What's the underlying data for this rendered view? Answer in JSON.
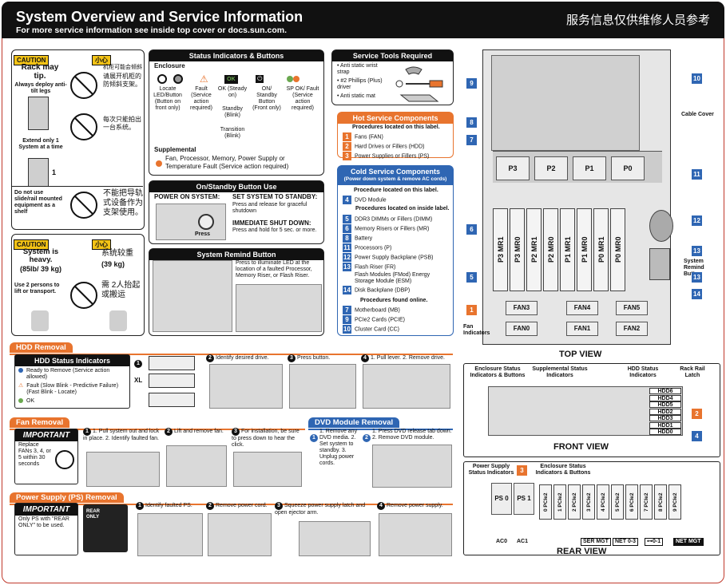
{
  "header": {
    "title": "System Overview and Service Information",
    "subtitle": "For more service information see inside top cover or docs.sun.com.",
    "chinese_title": "服务信息仅供维修人员参考"
  },
  "caution1": {
    "label_en": "CAUTION",
    "label_cn": "小心",
    "title": "Rack may tip.",
    "line1": "Always deploy anti-tilt legs",
    "cn1": "机柜可能会倾斜",
    "cn2": "请展开机柜的防倾斜支架。",
    "extend": "Extend only 1 System at a time",
    "cn3": "每次只能拍出一台系统。",
    "one": "1",
    "donot": "Do not use slide/rail mounted equipment as a shelf",
    "cn4": "不能把导轨式设备作为支架使用。"
  },
  "caution2": {
    "label_en": "CAUTION",
    "label_cn": "小心",
    "heavy": "System is heavy.",
    "weight": "(85lb/ 39 kg)",
    "cn_heavy": "系统较重",
    "cn_weight": "(39 kg)",
    "use2": "Use 2 persons to lift or transport.",
    "cn_two": "需 2人抬起或搬运"
  },
  "status": {
    "title": "Status Indicators & Buttons",
    "enclosure": "Enclosure",
    "ok_badge": "OK",
    "items": [
      {
        "label": "Locate LED/Button (Button on front only)"
      },
      {
        "label": "Fault (Service action required)"
      },
      {
        "label": "OK (Steady on)"
      },
      {
        "label": "ON/ Standby Button (Front only)"
      },
      {
        "label": "SP OK/ Fault (Service action required)"
      }
    ],
    "standby": "Standby (Blink)",
    "transition": "Transition (Blink)",
    "supplemental": "Supplemental",
    "supp_text": "Fan, Processor, Memory, Power Supply or Temperature Fault (Service action required)"
  },
  "onstandby": {
    "title": "On/Standby Button Use",
    "power_on": "POWER ON SYSTEM:",
    "set_standby": "SET SYSTEM TO STANDBY:",
    "set_standby_text": "Press and release for graceful shutdown",
    "immediate": "IMMEDIATE SHUT DOWN:",
    "immediate_text": "Press and hold for 5 sec. or more.",
    "press": "Press"
  },
  "remind": {
    "title": "System Remind Button",
    "text": "Press to illuminate LED at the location of a faulted Processor, Memory Riser, or Flash Riser."
  },
  "tools": {
    "title": "Service Tools Required",
    "items": [
      "Anti static wrist strap",
      "#2 Phillips (Plus) driver",
      "Anti static mat"
    ]
  },
  "hot": {
    "title": "Hot Service Components",
    "note": "Procedures located on this label.",
    "items": [
      {
        "n": "1",
        "label": "Fans (FAN)"
      },
      {
        "n": "2",
        "label": "Hard Drives or Fillers (HDD)"
      },
      {
        "n": "3",
        "label": "Power Supplies or Fillers (PS)"
      }
    ]
  },
  "cold": {
    "title": "Cold Service Components",
    "subtitle": "(Power down system & remove AC cords)",
    "note1": "Procedure located on this label.",
    "item4": {
      "n": "4",
      "label": "DVD Module"
    },
    "note2": "Procedures located on inside label.",
    "items": [
      {
        "n": "5",
        "label": "DDR3 DIMMs or Fillers (DIMM)"
      },
      {
        "n": "6",
        "label": "Memory Risers or Fillers (MR)"
      },
      {
        "n": "8",
        "label": "Battery"
      },
      {
        "n": "11",
        "label": "Processors (P)"
      },
      {
        "n": "12",
        "label": "Power Supply Backplane (PSB)"
      },
      {
        "n": "13",
        "label": "Flash Riser (FR)"
      },
      {
        "n": "14",
        "label": "Disk Backplane (DBP)"
      }
    ],
    "fr_sub": "Flash Modules (FMod) Energy Storage Module (ESM)",
    "note3": "Procedures found online.",
    "online": [
      {
        "n": "7",
        "label": "Motherboard (MB)"
      },
      {
        "n": "9",
        "label": "PCIe2 Cards (PCIE)"
      },
      {
        "n": "10",
        "label": "Cluster Card (CC)"
      }
    ]
  },
  "topview": {
    "label": "TOP VIEW",
    "cable_cover": "Cable Cover",
    "system_remind": "System Remind Button",
    "fan_indicators": "Fan Indicators",
    "procs": [
      "P3",
      "P2",
      "P1",
      "P0"
    ],
    "risers": [
      "P3 MR1",
      "P3 MR0",
      "P2 MR1",
      "P2 MR0",
      "P1 MR1",
      "P1 MR0",
      "P0 MR1",
      "P0 MR0"
    ],
    "fans": [
      "FAN3",
      "FAN4",
      "FAN5",
      "FAN0",
      "FAN1",
      "FAN2"
    ],
    "callouts": [
      "9",
      "10",
      "8",
      "7",
      "11",
      "12",
      "6",
      "13",
      "5",
      "13",
      "14",
      "1"
    ]
  },
  "frontview": {
    "label": "FRONT VIEW",
    "enc_status": "Enclosure Status Indicators & Buttons",
    "supp_status": "Supplemental Status Indicators",
    "hdd_status": "HDD Status Indicators",
    "rack_latch": "Rack Rail Latch",
    "hdds": [
      "HDD6",
      "HDD4",
      "HDD5",
      "HDD2",
      "HDD3",
      "HDD1",
      "HDD0"
    ],
    "callouts": [
      "2",
      "4"
    ]
  },
  "rearview": {
    "label": "REAR VIEW",
    "ps_status": "Power Supply Status Indicators",
    "enc_status": "Enclosure Status Indicators & Buttons",
    "callout": "3",
    "ps": [
      "PS 0",
      "PS 1"
    ],
    "ac": [
      "AC0",
      "AC1"
    ],
    "pcie": [
      "0 PCIe2",
      "1 PCIe2",
      "2 PCIe2",
      "3 PCIe2",
      "4 PCIe2",
      "5 PCIe2",
      "6 PCIe2",
      "7 PCIe2",
      "8 PCIe2",
      "9 PCIe2"
    ],
    "ports": [
      "SER MGT",
      "NET 0-3",
      "NET MGT"
    ],
    "port_usb": "⊶0-1"
  },
  "hdd": {
    "tab": "HDD Removal",
    "status_title": "HDD Status Indicators",
    "s1": "Ready to Remove (Service action allowed)",
    "s2": "Fault (Slow Blink - Predictive Failure) (Fast Blink - Locate)",
    "s3": "OK",
    "xl": "XL",
    "step2": "Identify desired drive.",
    "step3": "Press button.",
    "step4": "1. Pull lever. 2. Remove drive."
  },
  "fan": {
    "tab": "Fan Removal",
    "important": "IMPORTANT",
    "text": "Replace FANs 3, 4, or 5 within 30 seconds",
    "step1": "1. Pull system out and lock in place. 2. Identify faulted fan.",
    "step2": "Lift and remove fan.",
    "step3": "For installation, be sure to press down to hear the click."
  },
  "dvd": {
    "tab": "DVD Module Removal",
    "step1": "1. Remove any DVD media. 2. Set system to standby. 3. Unplug power cords.",
    "step2": "1. Press DVD release tab down. 2. Remove DVD module."
  },
  "ps": {
    "tab": "Power Supply (PS) Removal",
    "important": "IMPORTANT",
    "text": "Only PS with \"REAR ONLY\" to be used.",
    "rear_only": "REAR ONLY",
    "step1": "Identify faulted PS.",
    "step2": "Remove power cord.",
    "step3": "Squeeze power supply latch and open ejector arm.",
    "step4": "Remove power supply."
  },
  "colors": {
    "orange": "#e8742e",
    "blue": "#2f66b3",
    "red": "#c0392b",
    "yellow": "#f3c316",
    "green": "#6aa84f"
  }
}
